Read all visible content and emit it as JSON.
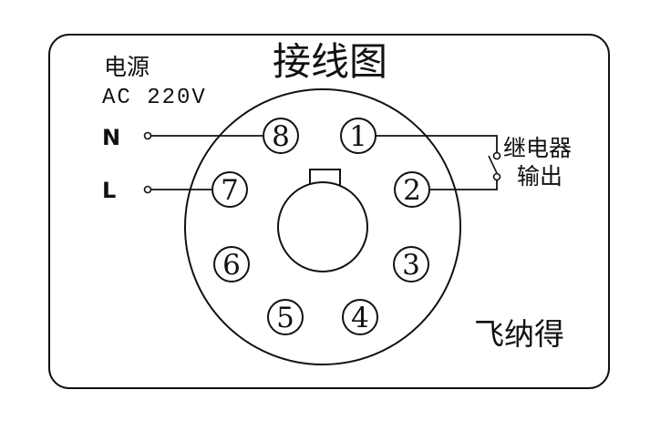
{
  "title": "接线图",
  "power": {
    "label": "电源",
    "spec": "AC 220V"
  },
  "terminals": {
    "N": "N",
    "L": "L"
  },
  "relay_output": {
    "line1": "继电器",
    "line2": "输出"
  },
  "brand": "飞纳得",
  "pins": [
    "1",
    "2",
    "3",
    "4",
    "5",
    "6",
    "7",
    "8"
  ]
}
